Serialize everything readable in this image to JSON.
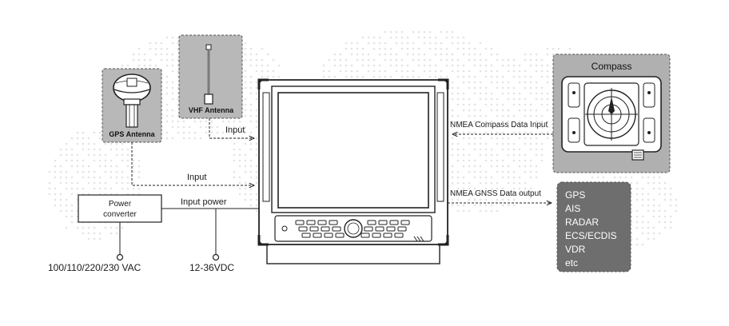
{
  "colors": {
    "panel_grey": "#b8b8b8",
    "panel_grey_dark": "#a9a9a9",
    "output_panel": "#6e6e6e",
    "map_dots": "#e3e3e3",
    "line": "#222222",
    "device_body": "#ffffff"
  },
  "icons": {
    "gps_antenna": "gps-dome-antenna-icon",
    "vhf_antenna": "whip-antenna-icon",
    "compass": "compass-sensor-icon",
    "display": "display-unit-icon",
    "terminal": "terminal-circle-icon"
  },
  "gps_antenna": {
    "label": "GPS Antenna"
  },
  "vhf_antenna": {
    "label": "VHF Antenna"
  },
  "compass": {
    "title": "Compass"
  },
  "power_converter": {
    "label_line1": "Power",
    "label_line2": "converter"
  },
  "labels": {
    "vhf_input": "Input",
    "gps_input": "Input",
    "input_power": "Input power",
    "ac_supply": "100/110/220/230 VAC",
    "dc_supply": "12-36VDC",
    "nmea_compass": "NMEA Compass Data Input",
    "nmea_gnss": "NMEA GNSS Data output"
  },
  "output_targets": {
    "items": [
      "GPS",
      "AIS",
      "RADAR",
      "ECS/ECDIS",
      "VDR",
      "etc"
    ]
  }
}
